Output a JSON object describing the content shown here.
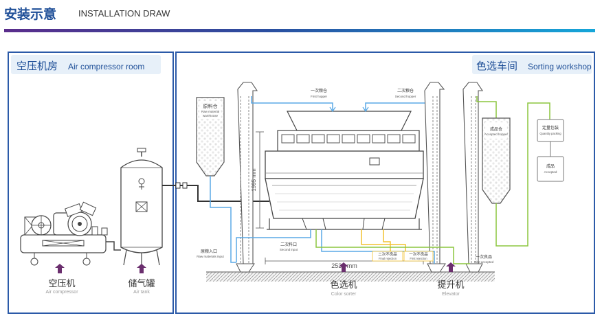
{
  "header": {
    "title_cn": "安装示意",
    "title_en": "INSTALLATION DRAW"
  },
  "rooms": {
    "compressor_cn": "空压机房",
    "compressor_en": "Air compressor room",
    "workshop_cn": "色选车间",
    "workshop_en": "Sorting workshop"
  },
  "equipment": {
    "air_compressor_cn": "空压机",
    "air_compressor_en": "Air compressor",
    "air_tank_cn": "储气罐",
    "air_tank_en": "Air tank",
    "color_sorter_cn": "色选机",
    "color_sorter_en": "Color sorter",
    "elevator_cn": "提升机",
    "elevator_en": "Elevator"
  },
  "labels": {
    "raw_wh_cn": "原料仓",
    "raw_wh_en1": "Raw material",
    "raw_wh_en2": "warehouse",
    "first_hopper_cn": "一次粮仓",
    "first_hopper_en": "First hopper",
    "second_hopper_cn": "二次粮仓",
    "second_hopper_en": "Second hopper",
    "accepted_hopper_cn": "成品仓",
    "accepted_hopper_en": "Accepted hopper",
    "quantity_packing_cn": "定量包装",
    "quantity_packing_en": "Quantity packing",
    "accepted_cn": "成品",
    "accepted_en": "Accepted",
    "raw_input_cn": "原粮入口",
    "raw_input_en": "Raw materials input",
    "second_input_cn": "二次料口",
    "second_input_en": "Second input",
    "final_rejection_cn": "二次不良品",
    "final_rejection_en": "Final rejection",
    "first_rejection_cn": "一次不良品",
    "first_rejection_en": "First rejection",
    "first_accepted_cn": "一次良品",
    "first_accepted_en": "First accepted"
  },
  "dimensions": {
    "height": "1995 mm",
    "width": "2530 mm"
  },
  "colors": {
    "brand_blue": "#1f4f98",
    "frame_blue": "#2b5aa8",
    "pipe_blue": "#5aa9e6",
    "pipe_green": "#8cc63f",
    "pipe_yellow": "#f2c230",
    "arrow_purple": "#6b2f6e"
  }
}
